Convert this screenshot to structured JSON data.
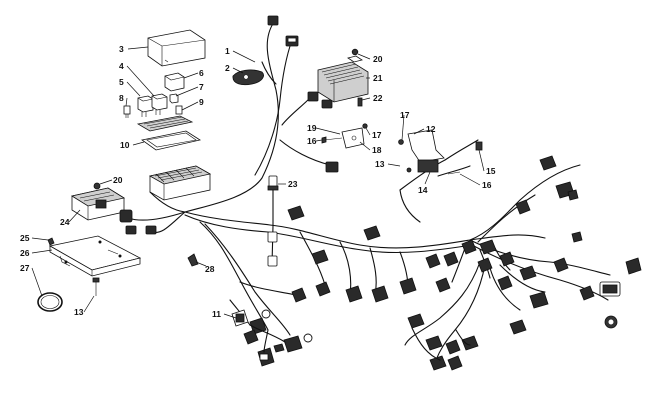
{
  "callouts": {
    "c1": "1",
    "c2": "2",
    "c3": "3",
    "c4": "4",
    "c5": "5",
    "c6": "6",
    "c7": "7",
    "c8": "8",
    "c9": "9",
    "c10": "10",
    "c11": "11",
    "c12": "12",
    "c13a": "13",
    "c13b": "13",
    "c14": "14",
    "c15": "15",
    "c16a": "16",
    "c16b": "16",
    "c17a": "17",
    "c17b": "17",
    "c18": "18",
    "c19": "19",
    "c20a": "20",
    "c20b": "20",
    "c21": "21",
    "c22": "22",
    "c23": "23",
    "c24": "24",
    "c25": "25",
    "c26": "26",
    "c27": "27",
    "c28": "28"
  },
  "colors": {
    "line": "#111111",
    "background": "#ffffff",
    "connector": "#2a2a2a"
  }
}
